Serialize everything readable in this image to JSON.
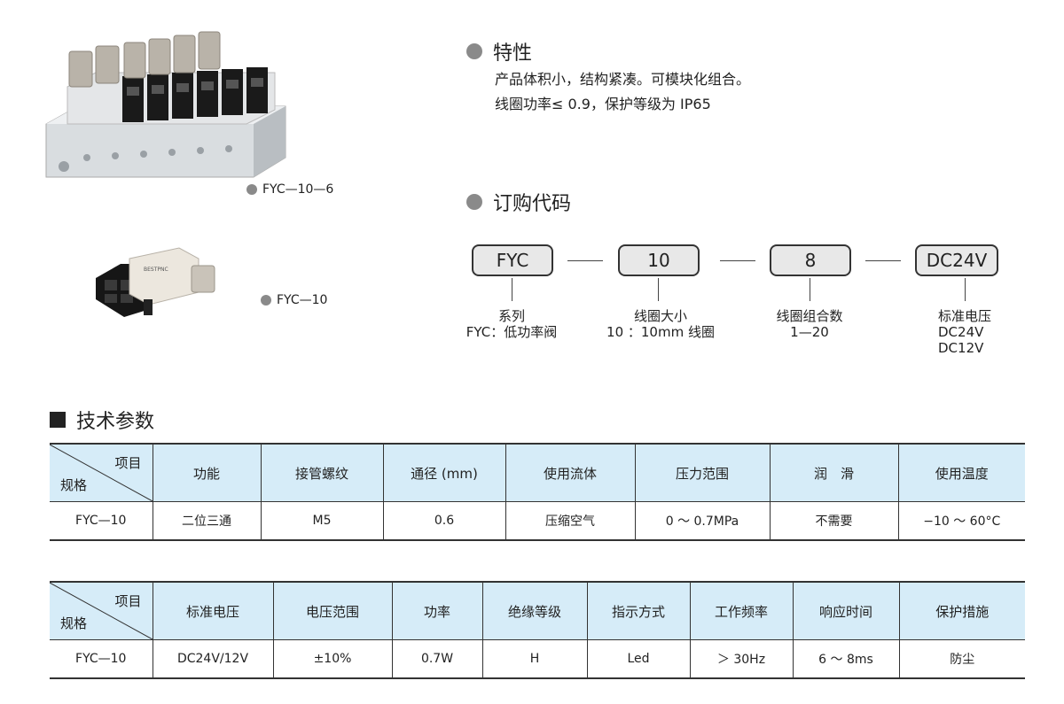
{
  "products": {
    "manifold_caption": "FYC—10—6",
    "single_caption": "FYC—10",
    "single_label": "BESTPNC"
  },
  "features": {
    "title": "特性",
    "lines": [
      "产品体积小，结构紧凑。可模块化组合。",
      "线圈功率≤ 0.9，保护等级为 IP65"
    ]
  },
  "order_code": {
    "title": "订购代码",
    "boxes": [
      {
        "code": "FYC",
        "label": "系列",
        "detail": [
          "FYC：低功率阀"
        ]
      },
      {
        "code": "10",
        "label": "线圈大小",
        "detail": [
          "10 ：10mm 线圈"
        ]
      },
      {
        "code": "8",
        "label": "线圈组合数",
        "detail": [
          "1—20"
        ]
      },
      {
        "code": "DC24V",
        "label": "标准电压",
        "detail": [
          "DC24V",
          "DC12V"
        ]
      }
    ]
  },
  "tech": {
    "title": "技术参数",
    "corner_top": "项目",
    "corner_bottom": "规格",
    "table1": {
      "headers": [
        "功能",
        "接管螺纹",
        "通径 (mm)",
        "使用流体",
        "压力范围",
        "润　滑",
        "使用温度"
      ],
      "row": [
        "FYC—10",
        "二位三通",
        "M5",
        "0.6",
        "压缩空气",
        "0 ～ 0.7MPa",
        "不需要",
        "−10 ～ 60°C"
      ]
    },
    "table2": {
      "headers": [
        "标准电压",
        "电压范围",
        "功率",
        "绝缘等级",
        "指示方式",
        "工作频率",
        "响应时间",
        "保护措施"
      ],
      "row": [
        "FYC—10",
        "DC24V/12V",
        "±10%",
        "0.7W",
        "H",
        "Led",
        "＞ 30Hz",
        "6 ～ 8ms",
        "防尘"
      ]
    }
  }
}
